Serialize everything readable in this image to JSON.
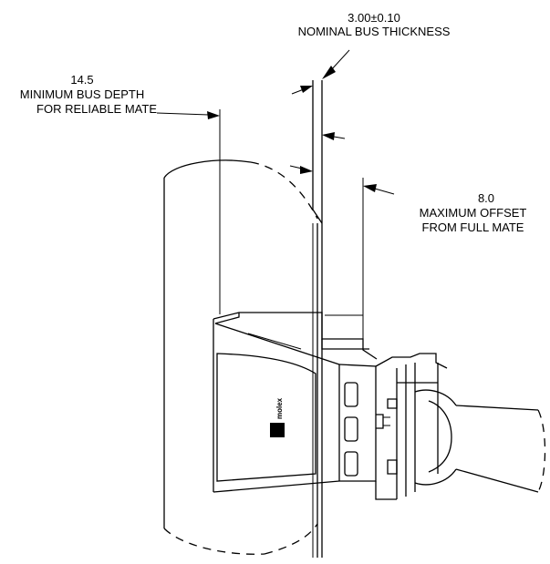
{
  "annotations": {
    "thickness": {
      "value": "3.00±0.10",
      "caption": "NOMINAL BUS THICKNESS"
    },
    "depth": {
      "value": "14.5",
      "caption_line1": "MINIMUM BUS DEPTH",
      "caption_line2": "FOR RELIABLE MATE"
    },
    "offset": {
      "value": "8.0",
      "caption_line1": "MAXIMUM OFFSET",
      "caption_line2": "FROM FULL MATE"
    }
  },
  "connector": {
    "brand": "molex"
  },
  "colors": {
    "line": "#000000",
    "background": "#ffffff"
  }
}
